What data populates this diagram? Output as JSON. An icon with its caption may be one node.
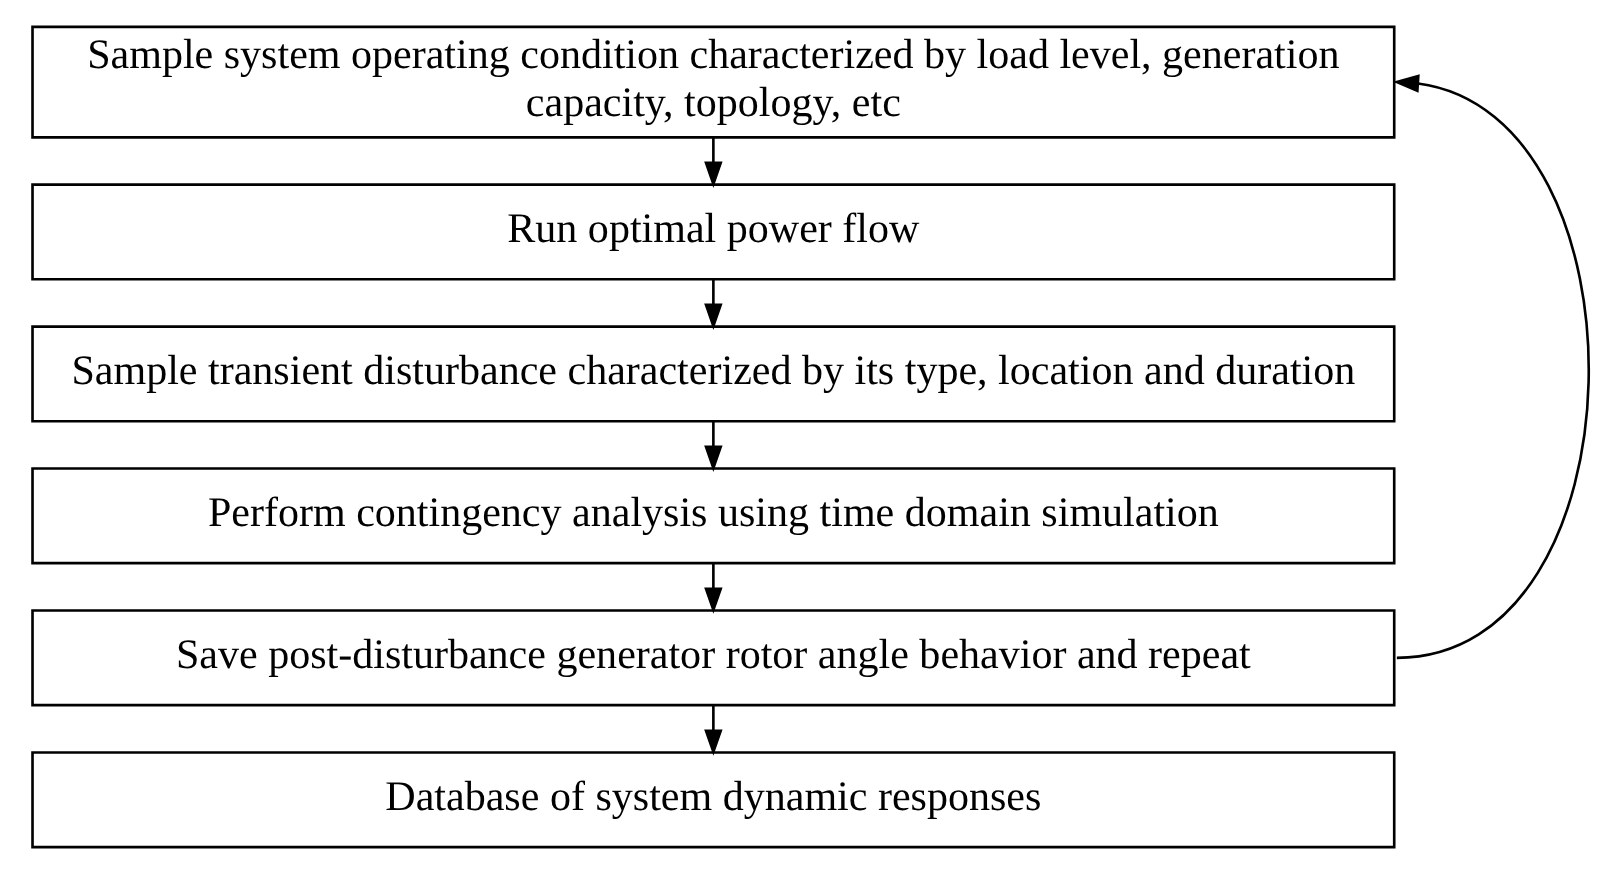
{
  "diagram": {
    "nodes": [
      {
        "text": [
          "Sample system operating condition characterized by load level, generation capacity, topology, etc"
        ]
      },
      {
        "text": [
          "Run optimal power flow"
        ]
      },
      {
        "text": [
          "Sample transient disturbance characterized by its type, location and duration"
        ]
      },
      {
        "text": [
          "Perform contingency analysis using time domain simulation"
        ]
      },
      {
        "text": [
          "Save post-disturbance generator rotor angle behavior and repeat"
        ]
      },
      {
        "text": [
          "Database of system dynamic responses"
        ]
      }
    ],
    "edges": [
      {
        "from": 0,
        "to": 1,
        "arrow": "to"
      },
      {
        "from": 1,
        "to": 2,
        "arrow": "to"
      },
      {
        "from": 2,
        "to": 3,
        "arrow": "to"
      },
      {
        "from": 3,
        "to": 4,
        "arrow": "to"
      },
      {
        "from": 4,
        "to": 5,
        "arrow": "to"
      },
      {
        "from": 4,
        "to": 0,
        "arrow": "to"
      }
    ]
  }
}
